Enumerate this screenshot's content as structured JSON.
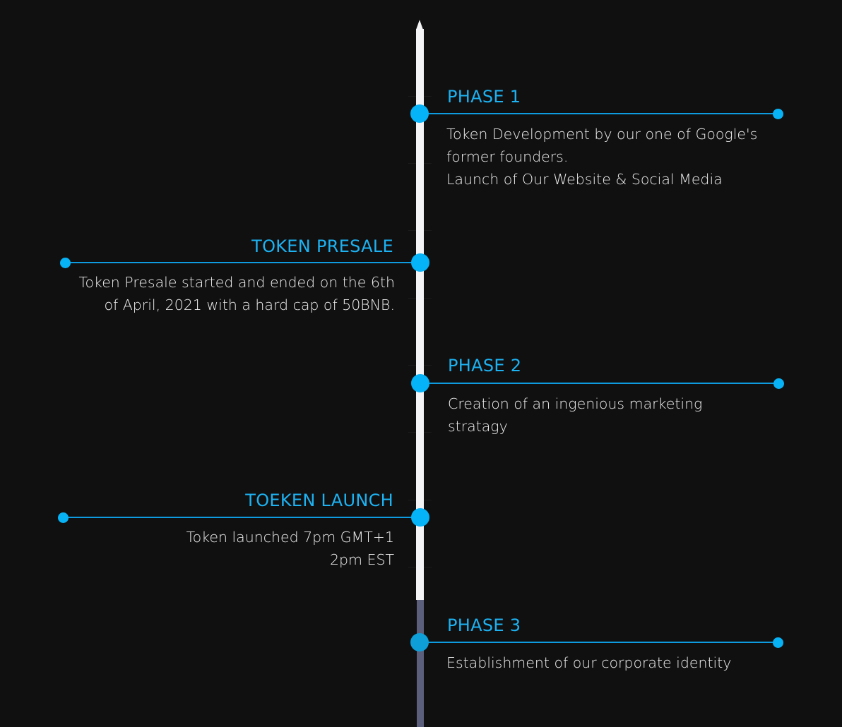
{
  "timeline": {
    "phases": [
      {
        "title": "PHASE 1",
        "side": "right",
        "lines": [
          "Token Development by our one of Google's",
          "former founders.",
          "Launch of Our Website & Social Media"
        ]
      },
      {
        "title": "TOKEN PRESALE",
        "side": "left",
        "lines": [
          "Token Presale started and ended on the 6th",
          "of April, 2021 with a hard cap of 50BNB."
        ]
      },
      {
        "title": "PHASE 2",
        "side": "right",
        "lines": [
          "Creation of an ingenious marketing",
          "stratagy"
        ]
      },
      {
        "title": "TOEKEN LAUNCH",
        "side": "left",
        "lines": [
          "Token launched 7pm GMT+1",
          "2pm EST"
        ]
      },
      {
        "title": "PHASE 3",
        "side": "right",
        "lines": [
          "Establishment of our corporate identity"
        ]
      }
    ],
    "progress": 0.83,
    "colors": {
      "background": "#101010",
      "accent": "#1db2f2",
      "connector": "#0e9be0",
      "spine_complete": "#f4f4f6",
      "spine_pending": "#5b5f7b",
      "text": "#eeeeee"
    }
  }
}
